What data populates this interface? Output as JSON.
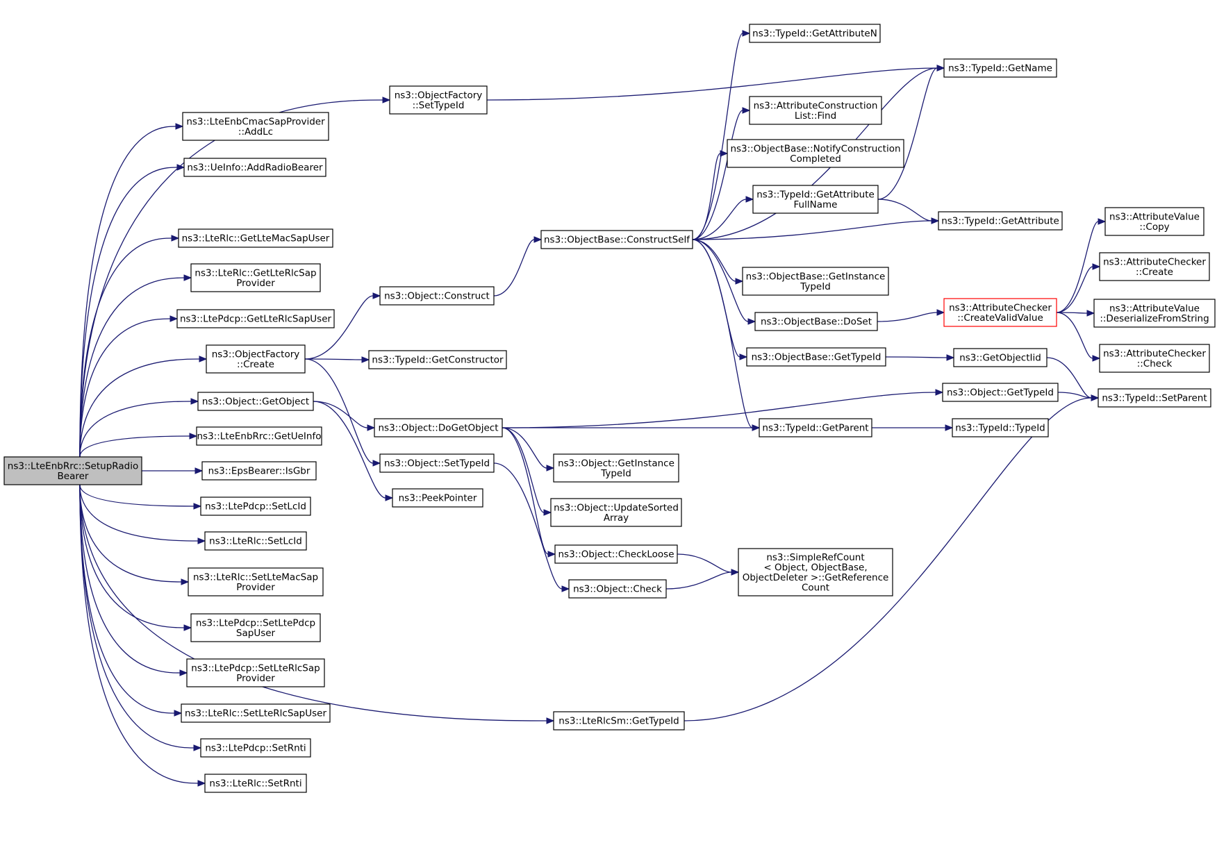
{
  "colors": {
    "edge": "#191970",
    "root_fill": "#bfbfbf",
    "highlight_border": "#ff0000"
  },
  "nodes": [
    {
      "id": "root",
      "lines": [
        "ns3::LteEnbRrc::SetupRadio",
        "Bearer"
      ],
      "style": "root"
    },
    {
      "id": "addlc",
      "lines": [
        "ns3::LteEnbCmacSapProvider",
        "::AddLc"
      ]
    },
    {
      "id": "addradiobearer",
      "lines": [
        "ns3::UeInfo::AddRadioBearer"
      ]
    },
    {
      "id": "getltemacsapuser",
      "lines": [
        "ns3::LteRlc::GetLteMacSapUser"
      ]
    },
    {
      "id": "getlterlcsapprovider",
      "lines": [
        "ns3::LteRlc::GetLteRlcSap",
        "Provider"
      ]
    },
    {
      "id": "getlterlcsapuser",
      "lines": [
        "ns3::LtePdcp::GetLteRlcSapUser"
      ]
    },
    {
      "id": "ofcreate",
      "lines": [
        "ns3::ObjectFactory",
        "::Create"
      ]
    },
    {
      "id": "getobject",
      "lines": [
        "ns3::Object::GetObject"
      ]
    },
    {
      "id": "getueinfo",
      "lines": [
        "ns3::LteEnbRrc::GetUeInfo"
      ]
    },
    {
      "id": "isgbr",
      "lines": [
        "ns3::EpsBearer::IsGbr"
      ]
    },
    {
      "id": "pdcpsetlcid",
      "lines": [
        "ns3::LtePdcp::SetLcId"
      ]
    },
    {
      "id": "rlcsetlcid",
      "lines": [
        "ns3::LteRlc::SetLcId"
      ]
    },
    {
      "id": "setltemacsapprovider",
      "lines": [
        "ns3::LteRlc::SetLteMacSap",
        "Provider"
      ]
    },
    {
      "id": "setltepdcpsapuser",
      "lines": [
        "ns3::LtePdcp::SetLtePdcp",
        "SapUser"
      ]
    },
    {
      "id": "setlterlcsapprovider",
      "lines": [
        "ns3::LtePdcp::SetLteRlcSap",
        "Provider"
      ]
    },
    {
      "id": "setlterlcsapuser",
      "lines": [
        "ns3::LteRlc::SetLteRlcSapUser"
      ]
    },
    {
      "id": "pdcpsetrnti",
      "lines": [
        "ns3::LtePdcp::SetRnti"
      ]
    },
    {
      "id": "rlcsetrnti",
      "lines": [
        "ns3::LteRlc::SetRnti"
      ]
    },
    {
      "id": "ofsettypeid",
      "lines": [
        "ns3::ObjectFactory",
        "::SetTypeId"
      ]
    },
    {
      "id": "objconstruct",
      "lines": [
        "ns3::Object::Construct"
      ]
    },
    {
      "id": "getconstructor",
      "lines": [
        "ns3::TypeId::GetConstructor"
      ]
    },
    {
      "id": "dogetobject",
      "lines": [
        "ns3::Object::DoGetObject"
      ]
    },
    {
      "id": "objsettypeid",
      "lines": [
        "ns3::Object::SetTypeId"
      ]
    },
    {
      "id": "peekpointer",
      "lines": [
        "ns3::PeekPointer"
      ]
    },
    {
      "id": "getlterlcsmtypeid",
      "lines": [
        "ns3::LteRlcSm::GetTypeId"
      ]
    },
    {
      "id": "constructself",
      "lines": [
        "ns3::ObjectBase::ConstructSelf"
      ]
    },
    {
      "id": "objgetinstancetypeid",
      "lines": [
        "ns3::Object::GetInstance",
        "TypeId"
      ]
    },
    {
      "id": "updatesortedarray",
      "lines": [
        "ns3::Object::UpdateSorted",
        "Array"
      ]
    },
    {
      "id": "checkloose",
      "lines": [
        "ns3::Object::CheckLoose"
      ]
    },
    {
      "id": "check",
      "lines": [
        "ns3::Object::Check"
      ]
    },
    {
      "id": "getattributen",
      "lines": [
        "ns3::TypeId::GetAttributeN"
      ]
    },
    {
      "id": "aclfind",
      "lines": [
        "ns3::AttributeConstruction",
        "List::Find"
      ]
    },
    {
      "id": "notifyconstruction",
      "lines": [
        "ns3::ObjectBase::NotifyConstruction",
        "Completed"
      ]
    },
    {
      "id": "getattributefullname",
      "lines": [
        "ns3::TypeId::GetAttribute",
        "FullName"
      ]
    },
    {
      "id": "obgetinstancetypeid",
      "lines": [
        "ns3::ObjectBase::GetInstance",
        "TypeId"
      ]
    },
    {
      "id": "doset",
      "lines": [
        "ns3::ObjectBase::DoSet"
      ]
    },
    {
      "id": "obgettypeid",
      "lines": [
        "ns3::ObjectBase::GetTypeId"
      ]
    },
    {
      "id": "getparent",
      "lines": [
        "ns3::TypeId::GetParent"
      ]
    },
    {
      "id": "simplerefcount",
      "lines": [
        "ns3::SimpleRefCount",
        "< Object, ObjectBase,",
        "ObjectDeleter >::GetReference",
        "Count"
      ]
    },
    {
      "id": "getname",
      "lines": [
        "ns3::TypeId::GetName"
      ]
    },
    {
      "id": "getattribute",
      "lines": [
        "ns3::TypeId::GetAttribute"
      ]
    },
    {
      "id": "createvalidvalue",
      "lines": [
        "ns3::AttributeChecker",
        "::CreateValidValue"
      ],
      "style": "red"
    },
    {
      "id": "getobjectiid",
      "lines": [
        "ns3::GetObjectIid"
      ]
    },
    {
      "id": "objgettypeid",
      "lines": [
        "ns3::Object::GetTypeId"
      ]
    },
    {
      "id": "typeidctor",
      "lines": [
        "ns3::TypeId::TypeId"
      ]
    },
    {
      "id": "avcopy",
      "lines": [
        "ns3::AttributeValue",
        "::Copy"
      ]
    },
    {
      "id": "accreate",
      "lines": [
        "ns3::AttributeChecker",
        "::Create"
      ]
    },
    {
      "id": "avdeserialize",
      "lines": [
        "ns3::AttributeValue",
        "::DeserializeFromString"
      ]
    },
    {
      "id": "accheck",
      "lines": [
        "ns3::AttributeChecker",
        "::Check"
      ]
    },
    {
      "id": "setparent",
      "lines": [
        "ns3::TypeId::SetParent"
      ]
    }
  ],
  "edges": [
    [
      "root",
      "addlc"
    ],
    [
      "root",
      "addradiobearer"
    ],
    [
      "root",
      "getltemacsapuser"
    ],
    [
      "root",
      "getlterlcsapprovider"
    ],
    [
      "root",
      "getlterlcsapuser"
    ],
    [
      "root",
      "ofcreate"
    ],
    [
      "root",
      "getobject"
    ],
    [
      "root",
      "getueinfo"
    ],
    [
      "root",
      "isgbr"
    ],
    [
      "root",
      "pdcpsetlcid"
    ],
    [
      "root",
      "rlcsetlcid"
    ],
    [
      "root",
      "setltemacsapprovider"
    ],
    [
      "root",
      "setltepdcpsapuser"
    ],
    [
      "root",
      "setlterlcsapprovider"
    ],
    [
      "root",
      "setlterlcsapuser"
    ],
    [
      "root",
      "pdcpsetrnti"
    ],
    [
      "root",
      "rlcsetrnti"
    ],
    [
      "root",
      "ofsettypeid"
    ],
    [
      "root",
      "getlterlcsmtypeid"
    ],
    [
      "ofsettypeid",
      "getname"
    ],
    [
      "ofcreate",
      "objconstruct"
    ],
    [
      "ofcreate",
      "getconstructor"
    ],
    [
      "ofcreate",
      "objsettypeid"
    ],
    [
      "getobject",
      "dogetobject"
    ],
    [
      "getobject",
      "peekpointer"
    ],
    [
      "objconstruct",
      "constructself"
    ],
    [
      "dogetobject",
      "objgettypeid"
    ],
    [
      "dogetobject",
      "getparent"
    ],
    [
      "dogetobject",
      "objgetinstancetypeid"
    ],
    [
      "dogetobject",
      "updatesortedarray"
    ],
    [
      "dogetobject",
      "checkloose"
    ],
    [
      "objsettypeid",
      "check"
    ],
    [
      "constructself",
      "getattributen"
    ],
    [
      "constructself",
      "getname"
    ],
    [
      "constructself",
      "aclfind"
    ],
    [
      "constructself",
      "notifyconstruction"
    ],
    [
      "constructself",
      "getattributefullname"
    ],
    [
      "constructself",
      "getattribute"
    ],
    [
      "constructself",
      "obgetinstancetypeid"
    ],
    [
      "constructself",
      "doset"
    ],
    [
      "constructself",
      "obgettypeid"
    ],
    [
      "constructself",
      "getparent"
    ],
    [
      "getattributefullname",
      "getname"
    ],
    [
      "getattributefullname",
      "getattribute"
    ],
    [
      "doset",
      "createvalidvalue"
    ],
    [
      "obgettypeid",
      "getobjectiid"
    ],
    [
      "getparent",
      "typeidctor"
    ],
    [
      "checkloose",
      "simplerefcount"
    ],
    [
      "check",
      "simplerefcount"
    ],
    [
      "createvalidvalue",
      "avcopy"
    ],
    [
      "createvalidvalue",
      "accreate"
    ],
    [
      "createvalidvalue",
      "avdeserialize"
    ],
    [
      "createvalidvalue",
      "accheck"
    ],
    [
      "getobjectiid",
      "setparent"
    ],
    [
      "objgettypeid",
      "setparent"
    ],
    [
      "getlterlcsmtypeid",
      "setparent"
    ]
  ]
}
